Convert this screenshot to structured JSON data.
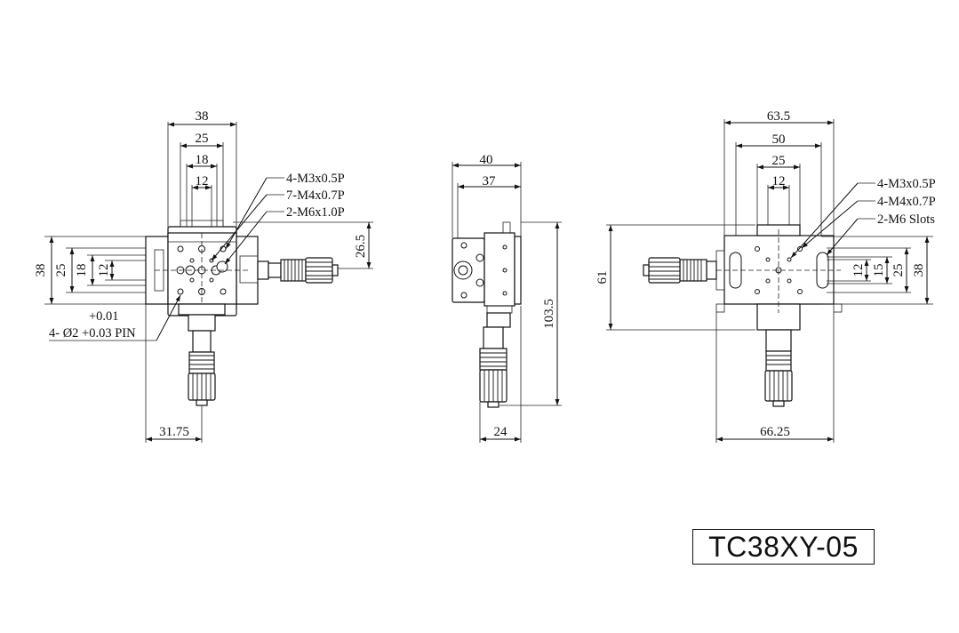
{
  "part_number": "TC38XY-05",
  "top_view": {
    "dims": {
      "w38": "38",
      "w25": "25",
      "w18": "18",
      "w12": "12",
      "h26_5": "26.5",
      "v38": "38",
      "v25": "25",
      "v18": "18",
      "v12": "12",
      "x31_75": "31.75"
    },
    "callouts": [
      "4-M3x0.5P",
      "7-M4x0.7P",
      "2-M6x1.0P"
    ],
    "pin_tolerance": "+0.01",
    "pin_label": "4- Ø2 +0.03 PIN"
  },
  "side_view": {
    "dims": {
      "d40": "40",
      "d37": "37",
      "d103_5": "103.5",
      "d24": "24"
    }
  },
  "bottom_view": {
    "dims": {
      "d63_5": "63.5",
      "d50": "50",
      "d25": "25",
      "d12": "12",
      "d61": "61",
      "r12": "12",
      "r15": "15",
      "r25": "25",
      "r38": "38",
      "d66_25": "66.25"
    },
    "callouts": [
      "4-M3x0.5P",
      "4-M4x0.7P",
      "2-M6 Slots"
    ]
  }
}
